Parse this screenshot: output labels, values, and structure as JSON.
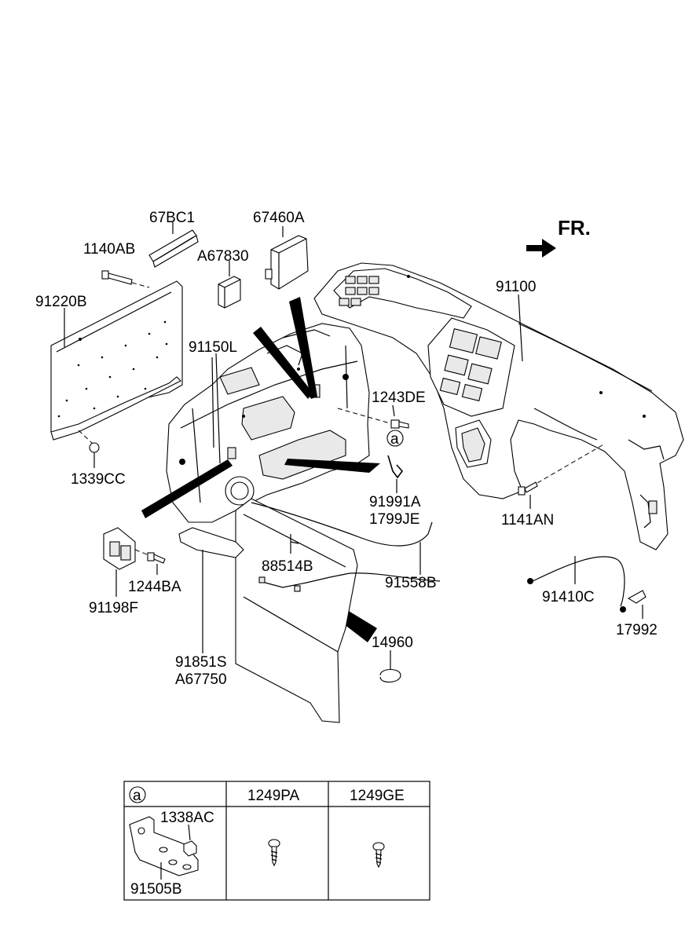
{
  "direction_label": "FR.",
  "callouts": {
    "p67bc1": "67BC1",
    "p67460a": "67460A",
    "p1140ab": "1140AB",
    "pa67830": "A67830",
    "p91100": "91100",
    "p91220b": "91220B",
    "p91150l": "91150L",
    "p1243de": "1243DE",
    "p1339cc": "1339CC",
    "p91991a": "91991A",
    "p1799je": "1799JE",
    "p1141an": "1141AN",
    "p88514b": "88514B",
    "p91558b": "91558B",
    "p1244ba": "1244BA",
    "p91198f": "91198F",
    "p91410c": "91410C",
    "p17992": "17992",
    "p14960": "14960",
    "p91851s": "91851S",
    "pa67750": "A67750",
    "circle_a": "a"
  },
  "detail_table": {
    "header_a": "a",
    "col2_header": "1249PA",
    "col3_header": "1249GE",
    "cell1_top": "1338AC",
    "cell1_bottom": "91505B"
  }
}
